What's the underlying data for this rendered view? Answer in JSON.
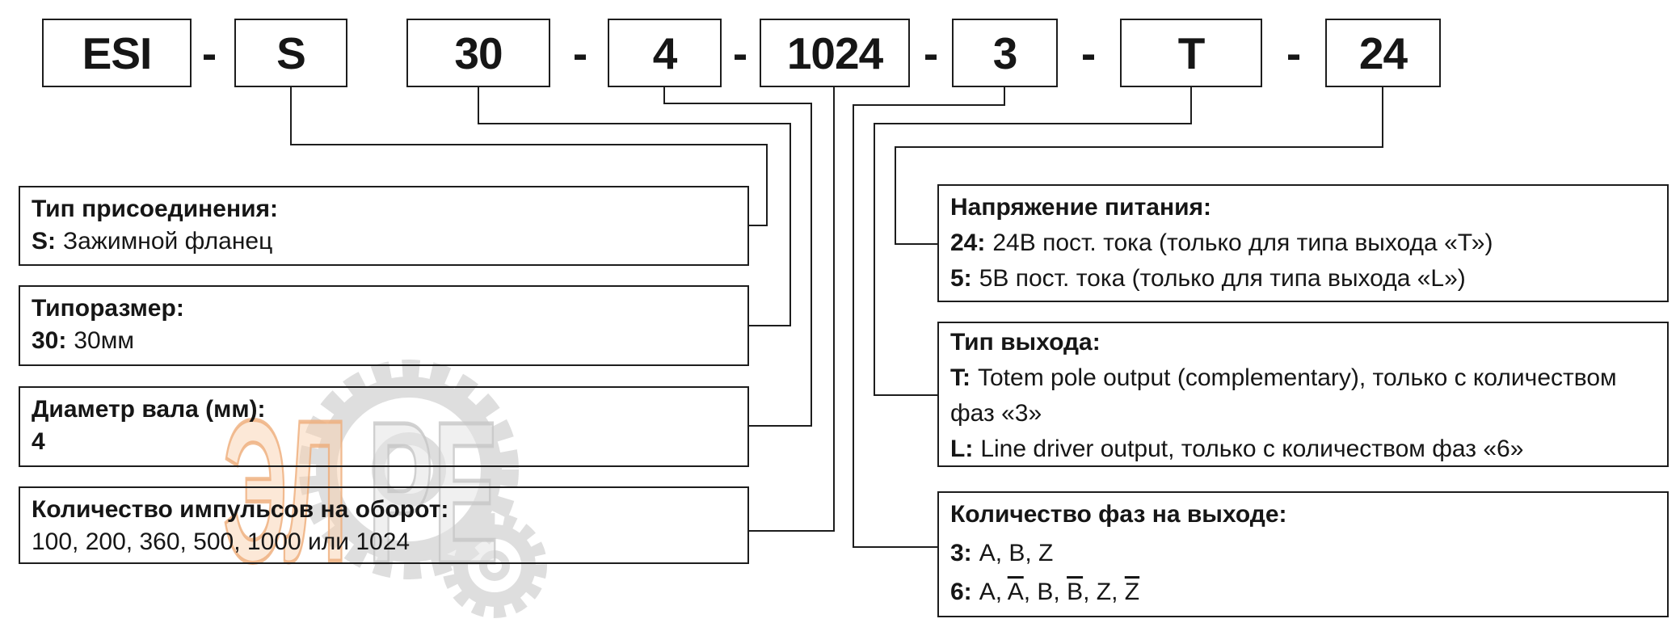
{
  "part_code": {
    "segments": [
      "ESI",
      "S",
      "30",
      "4",
      "1024",
      "3",
      "T",
      "24"
    ],
    "separator": "-"
  },
  "left_boxes": [
    {
      "title": "Тип присоединения:",
      "lines": [
        {
          "key": "S:",
          "text": "Зажимной фланец"
        }
      ]
    },
    {
      "title": "Типоразмер:",
      "lines": [
        {
          "key": "30:",
          "text": "30мм"
        }
      ]
    },
    {
      "title": "Диаметр вала (мм):",
      "lines": [
        {
          "key": "4",
          "text": ""
        }
      ]
    },
    {
      "title": "Количество импульсов на оборот:",
      "lines": [
        {
          "key": "",
          "text": "100, 200, 360, 500, 1000 или 1024"
        }
      ]
    }
  ],
  "right_boxes": [
    {
      "title": "Напряжение питания:",
      "lines": [
        {
          "key": "24:",
          "text": "24В пост. тока (только для типа выхода «Т»)"
        },
        {
          "key": "5:",
          "text": "5В пост. тока (только для типа выхода «L»)"
        }
      ]
    },
    {
      "title": "Тип выхода:",
      "lines": [
        {
          "key": "T:",
          "text": "Totem pole output (complementary), только с количеством фаз «3»"
        },
        {
          "key": "L:",
          "text": "Line driver output, только с количеством фаз «6»"
        }
      ]
    },
    {
      "title": "Количество фаз на выходе:",
      "lines": [
        {
          "key": "3:",
          "text": "A, B, Z"
        },
        {
          "key": "6:",
          "segments": [
            {
              "t": "A, "
            },
            {
              "t": "A",
              "over": true
            },
            {
              "t": ", B, "
            },
            {
              "t": "B",
              "over": true
            },
            {
              "t": ", Z, "
            },
            {
              "t": "Z",
              "over": true
            }
          ]
        }
      ]
    }
  ],
  "watermark": {
    "letters_left": "ЭЛ",
    "letters_right": "РЕ",
    "orange_fill": "#f7c9a2",
    "orange_stroke": "#eb9f63",
    "gray_fill": "#dedede",
    "gray_stroke": "#bdbdbd",
    "gear_color": "#d9d9d9"
  }
}
